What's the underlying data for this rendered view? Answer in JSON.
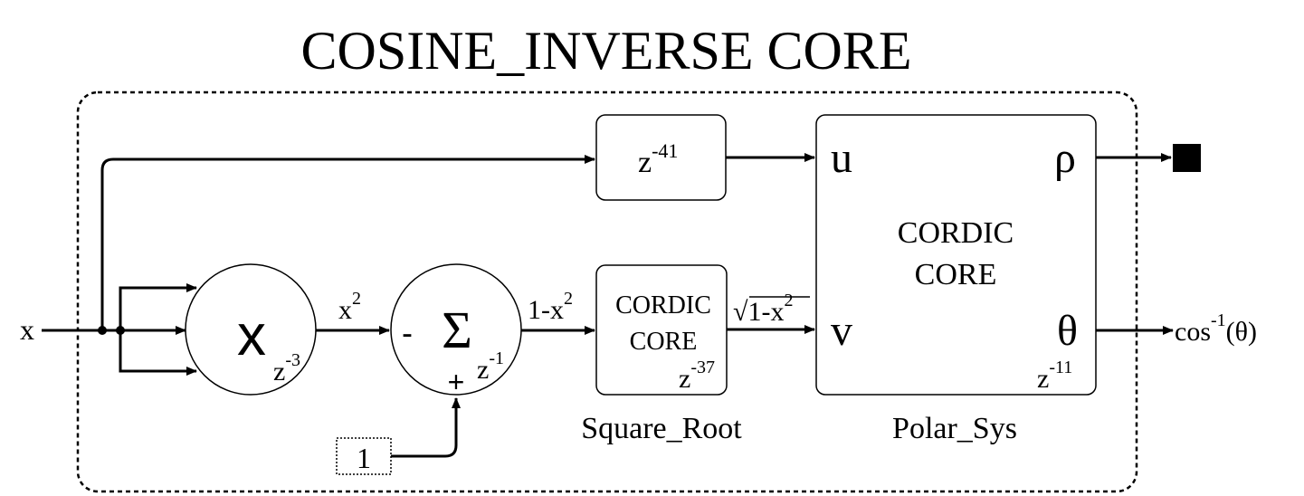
{
  "title": "COSINE_INVERSE CORE",
  "input_label": "x",
  "output_label": {
    "base": "cos",
    "sup": "-1",
    "arg": "(θ)"
  },
  "delay_block": {
    "base": "z",
    "sup": "-41"
  },
  "multiplier": {
    "symbol": "x",
    "delay_base": "z",
    "delay_sup": "-3"
  },
  "multiplier_output": {
    "base": "x",
    "sup": "2"
  },
  "summer": {
    "symbol": "Σ",
    "minus_sign": "-",
    "plus_sign": "+",
    "delay_base": "z",
    "delay_sup": "-1"
  },
  "constant_block": {
    "value": "1"
  },
  "summer_output": {
    "base": "1-x",
    "sup": "2"
  },
  "square_root": {
    "line1": "CORDIC",
    "line2": "CORE",
    "delay_base": "z",
    "delay_sup": "-37",
    "caption": "Square_Root"
  },
  "sqrt_output": {
    "radical": "√",
    "base": "1-x",
    "sup": "2"
  },
  "polar_sys": {
    "line1": "CORDIC",
    "line2": "CORE",
    "port_u": "u",
    "port_v": "v",
    "port_rho": "ρ",
    "port_theta": "θ",
    "delay_base": "z",
    "delay_sup": "-11",
    "caption": "Polar_Sys"
  },
  "colors": {
    "stroke": "#000000",
    "background": "#ffffff"
  }
}
